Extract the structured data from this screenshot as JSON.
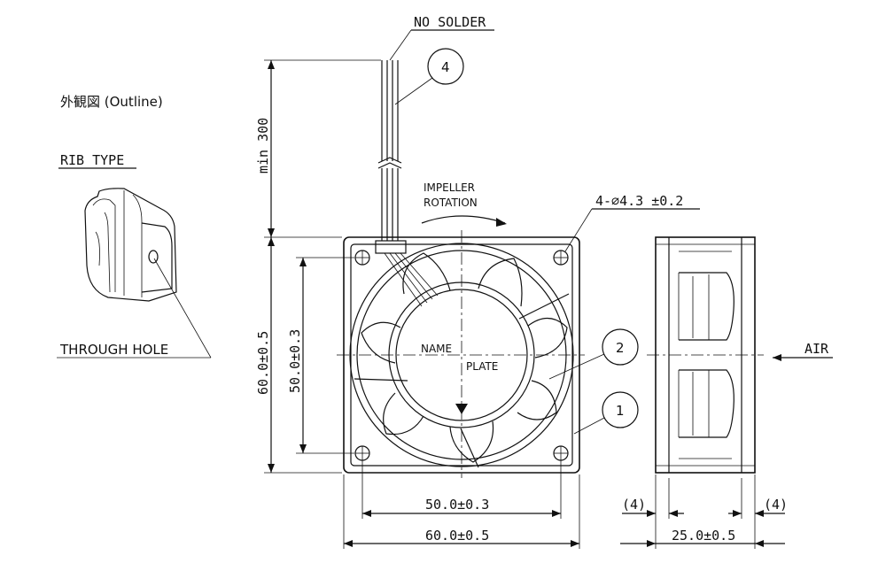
{
  "outline_title": "外観図 (Outline)",
  "rib_type": "RIB TYPE",
  "through_hole": "THROUGH HOLE",
  "no_solder": "NO SOLDER",
  "lead_length": "min 300",
  "impeller_rotation_line1": "IMPELLER",
  "impeller_rotation_line2": "ROTATION",
  "hole_spec": "4-∅4.3 ±0.2",
  "name_plate_line1": "NAME",
  "name_plate_line2": "PLATE",
  "dim_height_outer": "60.0±0.5",
  "dim_height_inner": "50.0±0.3",
  "dim_width_inner": "50.0±0.3",
  "dim_width_outer": "60.0±0.5",
  "dim_depth": "25.0±0.5",
  "dim_flange_left": "(4)",
  "dim_flange_right": "(4)",
  "air_label": "AIR",
  "callouts": {
    "c1": "1",
    "c2": "2",
    "c4": "4"
  }
}
